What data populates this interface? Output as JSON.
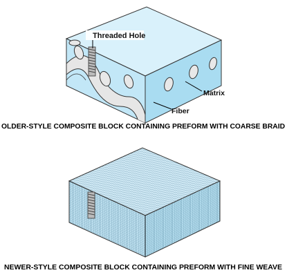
{
  "labels": {
    "threaded_hole": "Threaded Hole",
    "matrix": "Matrix",
    "fiber": "Fiber"
  },
  "captions": {
    "older": "OLDER-STYLE COMPOSITE BLOCK CONTAINING PREFORM WITH COARSE BRAID",
    "newer": "NEWER-STYLE COMPOSITE BLOCK CONTAINING PREFORM WITH FINE WEAVE"
  },
  "colors": {
    "block_top": "#d9f1fb",
    "block_side": "#a9dcf1",
    "block_front": "#c2e7f7",
    "fiber": "#e8e8e8",
    "outline": "#333333",
    "grid_line": "#3c6f8a"
  }
}
